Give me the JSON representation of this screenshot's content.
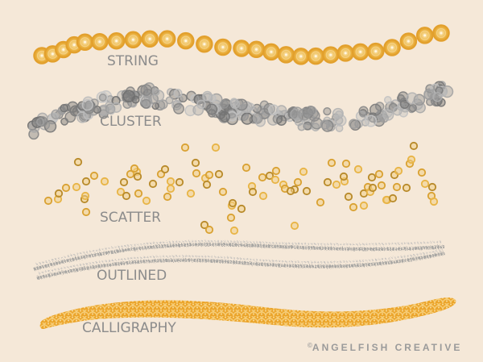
{
  "colors": {
    "background": "#f5e8d8",
    "gold": "#e6a93a",
    "gold_light": "#f1c76f",
    "gold_dark": "#c8902a",
    "scatter_gold": "#d9a132",
    "gray": "#8a8a8a",
    "gray_light": "#b8b8b8",
    "label": "#8c8c8c"
  },
  "brushes": [
    {
      "id": "string",
      "label": "STRING"
    },
    {
      "id": "cluster",
      "label": "CLUSTER"
    },
    {
      "id": "scatter",
      "label": "SCATTER"
    },
    {
      "id": "outlined",
      "label": "OUTLINED"
    },
    {
      "id": "calligraphy",
      "label": "CALLIGRAPHY"
    }
  ],
  "credit": {
    "symbol": "©",
    "text": "ANGELFISH CREATIVE"
  }
}
